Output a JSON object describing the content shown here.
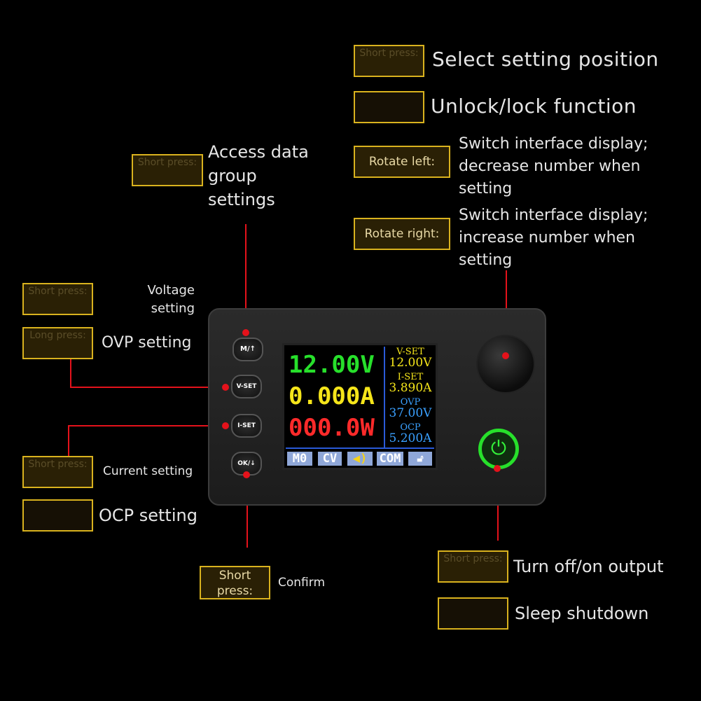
{
  "top_right": {
    "select": {
      "tag": "Short press:",
      "text": "Select setting position"
    },
    "unlock": {
      "tag": "",
      "text": "Unlock/lock function"
    },
    "rotate_left": {
      "tag": "Rotate left:",
      "text": "Switch interface display; decrease number when setting"
    },
    "rotate_right": {
      "tag": "Rotate right:",
      "text": "Switch interface display; increase number when setting"
    }
  },
  "m_button": {
    "tag": "Short press:",
    "text": "Access data group settings",
    "label": "M/↑"
  },
  "vset_button": {
    "short_tag": "Short press:",
    "short_text": "Voltage setting",
    "long_tag": "Long press:",
    "long_text": "OVP setting",
    "label": "V-SET"
  },
  "iset_button": {
    "short_tag": "Short press:",
    "short_text": "Current setting",
    "long_tag": "",
    "long_text": "OCP setting",
    "label": "I-SET"
  },
  "ok_button": {
    "tag": "Short press:",
    "text": "Confirm",
    "label": "OK/↓"
  },
  "power_button": {
    "short_tag": "Short press:",
    "short_text": "Turn off/on output",
    "long_tag": "",
    "long_text": "Sleep shutdown",
    "icon": "power-icon"
  },
  "screen": {
    "voltage": "12.00V",
    "current": "0.000A",
    "power": "000.0W",
    "vset_label": "V-SET",
    "vset_value": "12.00V",
    "iset_label": "I-SET",
    "iset_value": "3.890A",
    "ovp_label": "OVP",
    "ovp_value": "37.00V",
    "ocp_label": "OCP",
    "ocp_value": "5.200A",
    "status": [
      "M0",
      "CV",
      "COM"
    ],
    "colors": {
      "voltage": "#27e02b",
      "current": "#f5e51a",
      "power": "#ff2a2a",
      "side": "#f5e51a",
      "side_value_blue": "#3aa0ff"
    }
  }
}
